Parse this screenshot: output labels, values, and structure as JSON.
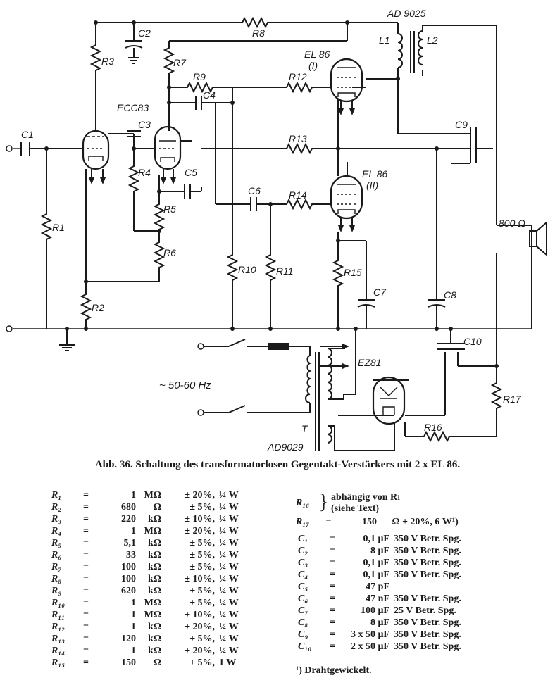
{
  "diagram": {
    "labels": {
      "AD9025": "AD 9025",
      "AD9029": "AD9029",
      "ECC83": "ECC83",
      "EL86_I": "EL 86",
      "EL86_I_num": "(I)",
      "EL86_II": "EL 86",
      "EL86_II_num": "(II)",
      "EZ81": "EZ81",
      "freq": "~ 50-60 Hz",
      "speaker": "800 Ω",
      "T": "T",
      "L1": "L1",
      "L2": "L2",
      "R1": "R1",
      "R2": "R2",
      "R3": "R3",
      "R4": "R4",
      "R5": "R5",
      "R6": "R6",
      "R7": "R7",
      "R8": "R8",
      "R9": "R9",
      "R10": "R10",
      "R11": "R11",
      "R12": "R12",
      "R13": "R13",
      "R14": "R14",
      "R15": "R15",
      "R16": "R16",
      "R17": "R17",
      "C1": "C1",
      "C2": "C2",
      "C3": "C3",
      "C4": "C4",
      "C5": "C5",
      "C6": "C6",
      "C7": "C7",
      "C8": "C8",
      "C9": "C9",
      "C10": "C10"
    }
  },
  "caption": "Abb. 36. Schaltung des transformatorlosen Gegentakt-Verstärkers mit 2 x EL 86.",
  "resistors": [
    {
      "sym": "R₁",
      "eq": "=",
      "val": "1",
      "unit": "MΩ",
      "tol": "± 20%,",
      "pw": "¼ W"
    },
    {
      "sym": "R₂",
      "eq": "=",
      "val": "680",
      "unit": "Ω",
      "tol": "± 5%,",
      "pw": "¼ W"
    },
    {
      "sym": "R₃",
      "eq": "=",
      "val": "220",
      "unit": "kΩ",
      "tol": "± 10%,",
      "pw": "¼ W"
    },
    {
      "sym": "R₄",
      "eq": "=",
      "val": "1",
      "unit": "MΩ",
      "tol": "± 20%,",
      "pw": "¼ W"
    },
    {
      "sym": "R₅",
      "eq": "=",
      "val": "5,1",
      "unit": "kΩ",
      "tol": "± 5%,",
      "pw": "¼ W"
    },
    {
      "sym": "R₆",
      "eq": "=",
      "val": "33",
      "unit": "kΩ",
      "tol": "± 5%,",
      "pw": "¼ W"
    },
    {
      "sym": "R₇",
      "eq": "=",
      "val": "100",
      "unit": "kΩ",
      "tol": "± 5%,",
      "pw": "¼ W"
    },
    {
      "sym": "R₈",
      "eq": "=",
      "val": "100",
      "unit": "kΩ",
      "tol": "± 10%,",
      "pw": "¼ W"
    },
    {
      "sym": "R₉",
      "eq": "=",
      "val": "620",
      "unit": "kΩ",
      "tol": "± 5%,",
      "pw": "¼ W"
    },
    {
      "sym": "R₁₀",
      "eq": "=",
      "val": "1",
      "unit": "MΩ",
      "tol": "± 5%,",
      "pw": "¼ W"
    },
    {
      "sym": "R₁₁",
      "eq": "=",
      "val": "1",
      "unit": "MΩ",
      "tol": "± 10%,",
      "pw": "¼ W"
    },
    {
      "sym": "R₁₂",
      "eq": "=",
      "val": "1",
      "unit": "kΩ",
      "tol": "± 20%,",
      "pw": "¼ W"
    },
    {
      "sym": "R₁₃",
      "eq": "=",
      "val": "120",
      "unit": "kΩ",
      "tol": "± 5%,",
      "pw": "¼ W"
    },
    {
      "sym": "R₁₄",
      "eq": "=",
      "val": "1",
      "unit": "kΩ",
      "tol": "± 20%,",
      "pw": "¼ W"
    },
    {
      "sym": "R₁₅",
      "eq": "=",
      "val": "150",
      "unit": "Ω",
      "tol": "± 5%,",
      "pw": "1 W"
    }
  ],
  "r16": {
    "sym": "R₁₆",
    "line1": "abhängig von Rₗ",
    "line2": "(siehe Text)"
  },
  "r17": {
    "sym": "R₁₇",
    "eq": "=",
    "val": "150",
    "rest": "Ω ± 20%, 6 W¹)"
  },
  "capacitors": [
    {
      "sym": "C₁",
      "eq": "=",
      "val": "0,1 μF",
      "rest": "350 V Betr. Spg."
    },
    {
      "sym": "C₂",
      "eq": "=",
      "val": "8 μF",
      "rest": "350 V Betr. Spg."
    },
    {
      "sym": "C₃",
      "eq": "=",
      "val": "0,1 μF",
      "rest": "350 V Betr. Spg."
    },
    {
      "sym": "C₄",
      "eq": "=",
      "val": "0,1 μF",
      "rest": "350 V Betr. Spg."
    },
    {
      "sym": "C₅",
      "eq": "=",
      "val": "47 pF",
      "rest": ""
    },
    {
      "sym": "C₆",
      "eq": "=",
      "val": "47 nF",
      "rest": "350 V Betr. Spg."
    },
    {
      "sym": "C₇",
      "eq": "=",
      "val": "100 μF",
      "rest": "25 V Betr. Spg."
    },
    {
      "sym": "C₈",
      "eq": "=",
      "val": "8 μF",
      "rest": "350 V Betr. Spg."
    },
    {
      "sym": "C₉",
      "eq": "=",
      "val": "3 x 50 μF",
      "rest": "350 V Betr. Spg."
    },
    {
      "sym": "C₁₀",
      "eq": "=",
      "val": "2 x 50 μF",
      "rest": "350 V Betr. Spg."
    }
  ],
  "footnote": "¹) Drahtgewickelt."
}
